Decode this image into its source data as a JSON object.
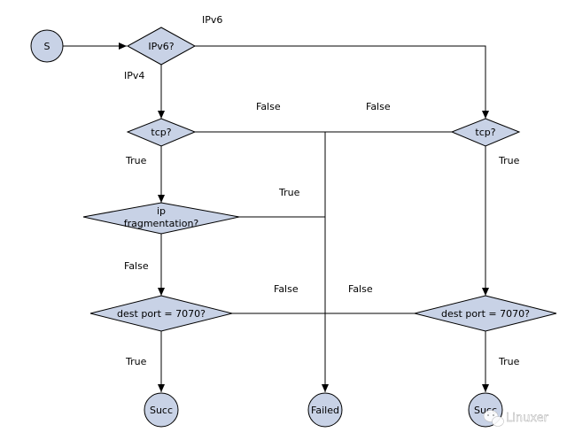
{
  "diagram": {
    "nodes": {
      "start": "S",
      "ipv6_check": "IPv6?",
      "tcp_left": "tcp?",
      "tcp_right": "tcp?",
      "ip_frag_line1": "ip",
      "ip_frag_line2": "fragmentation?",
      "dest_port_left": "dest port = 7070?",
      "dest_port_right": "dest port = 7070?",
      "succ_left": "Succ",
      "failed": "Failed",
      "succ_right": "Succ"
    },
    "edge_labels": {
      "ipv6": "IPv6",
      "ipv4": "IPv4",
      "tcp_left_false": "False",
      "tcp_right_false": "False",
      "tcp_left_true": "True",
      "tcp_right_true": "True",
      "frag_true": "True",
      "frag_false": "False",
      "dest_left_false": "False",
      "dest_right_false": "False",
      "dest_left_true": "True",
      "dest_right_true": "True"
    },
    "colors": {
      "node_fill": "#c8d2e6",
      "stroke": "#000000",
      "background": "#ffffff"
    }
  },
  "watermark": {
    "text": "Linuxer",
    "icon": "wechat-icon"
  }
}
